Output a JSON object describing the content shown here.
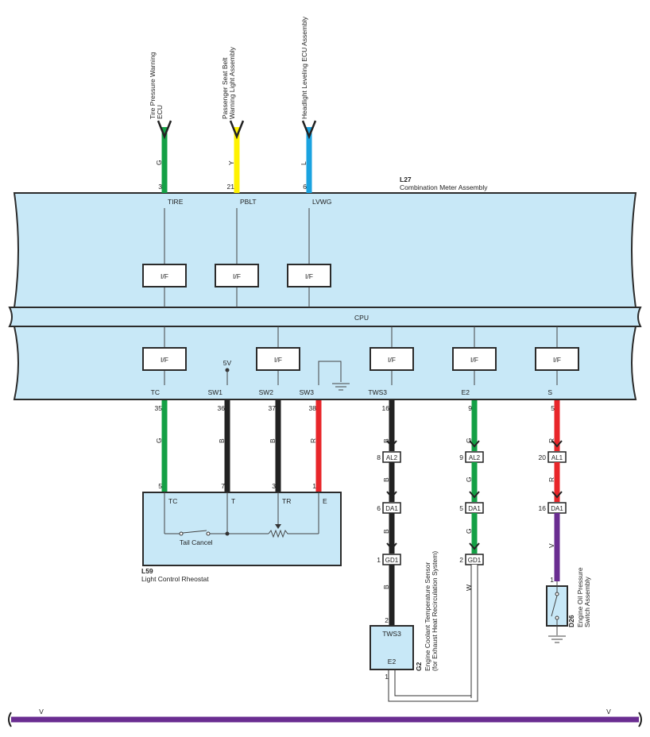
{
  "wire_colors": {
    "G": "#14a045",
    "Y": "#fff200",
    "L": "#1aa3e0",
    "B": "#222222",
    "R": "#e8262a",
    "V": "#6a2d91",
    "W": "#ffffff"
  },
  "main_unit": {
    "id": "L27",
    "name": "Combination Meter Assembly",
    "cpu_label": "CPU",
    "if_label": "I/F"
  },
  "top_connections": [
    {
      "device": "Tire Pressure Warning\nECU",
      "wire": "G",
      "pin": "3",
      "terminal": "TIRE"
    },
    {
      "device": "Passenger Seat Belt\nWarning Light Assembly",
      "wire": "Y",
      "pin": "21",
      "terminal": "PBLT"
    },
    {
      "device": "Headlight Leveling ECU Assembly",
      "wire": "L",
      "pin": "6",
      "terminal": "LVWG"
    }
  ],
  "bottom_terminals": [
    {
      "terminal": "TC",
      "pin": "35",
      "wire": "G"
    },
    {
      "terminal": "SW1",
      "pin": "36",
      "wire": "B",
      "supply": "5V"
    },
    {
      "terminal": "SW2",
      "pin": "37",
      "wire": "B"
    },
    {
      "terminal": "SW3",
      "pin": "38",
      "wire": "R"
    },
    {
      "terminal": "TWS3",
      "pin": "16",
      "wire": "B"
    },
    {
      "terminal": "E2",
      "pin": "9",
      "wire": "G"
    },
    {
      "terminal": "S",
      "pin": "5",
      "wire": "R"
    }
  ],
  "rheostat": {
    "id": "L59",
    "name": "Light Control Rheostat",
    "switch_label": "Tail Cancel",
    "terminals": [
      {
        "name": "TC",
        "pin": "5"
      },
      {
        "name": "T",
        "pin": "7"
      },
      {
        "name": "TR",
        "pin": "3"
      },
      {
        "name": "E",
        "pin": "1"
      }
    ]
  },
  "tws3_chain": [
    {
      "connector": "AL2",
      "pin": "8",
      "wire_below": "B"
    },
    {
      "connector": "DA1",
      "pin": "6",
      "wire_below": "B"
    },
    {
      "connector": "GD1",
      "pin": "1",
      "wire_below": "B"
    }
  ],
  "e2_chain": [
    {
      "connector": "AL2",
      "pin": "9",
      "wire_below": "G"
    },
    {
      "connector": "DA1",
      "pin": "5",
      "wire_below": "G"
    },
    {
      "connector": "GD1",
      "pin": "2",
      "wire_below": "W"
    }
  ],
  "s_chain": [
    {
      "connector": "AL1",
      "pin": "20",
      "wire_below": "R"
    },
    {
      "connector": "DA1",
      "pin": "16",
      "wire_below": "V"
    }
  ],
  "sensor": {
    "id": "G2",
    "name": "Engine Coolant Temperature Sensor\n(for Exhaust Heat Recirculation System)",
    "terminal_top": "TWS3",
    "terminal_bottom": "E2",
    "pin_top": "2",
    "pin_bottom": "1"
  },
  "oil_switch": {
    "id": "D26",
    "name": "Engine Oil Pressure\nSwitch Assembly",
    "pin": "1"
  },
  "bus": {
    "left_label": "V",
    "right_label": "V"
  }
}
